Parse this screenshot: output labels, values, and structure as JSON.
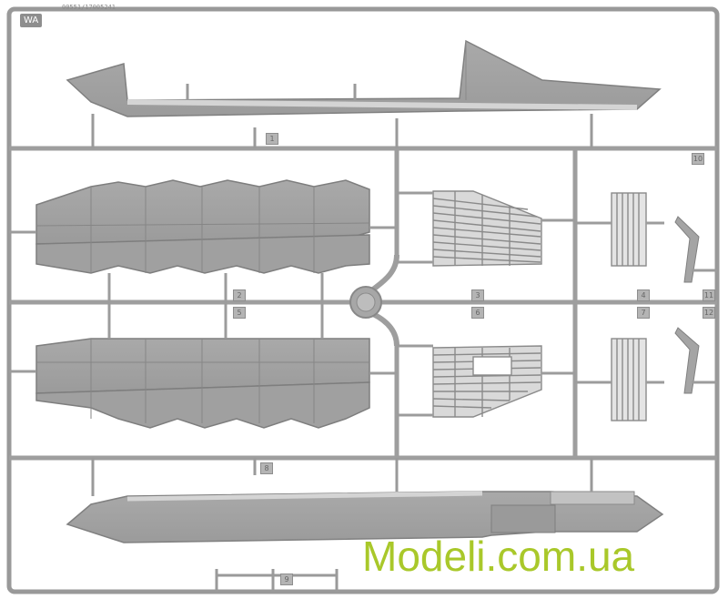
{
  "sprue": {
    "brand_mark": "WA",
    "code_text": "00551/17005241",
    "part_numbers": [
      "1",
      "2",
      "3",
      "4",
      "5",
      "6",
      "7",
      "8",
      "9",
      "10",
      "11",
      "12"
    ]
  },
  "watermark": {
    "text": "Modeli.com.ua",
    "color": "#a9c82a"
  },
  "colors": {
    "plastic": "#a3a3a3",
    "plastic_dark": "#888888",
    "plastic_light": "#c6c6c6",
    "background": "#ffffff"
  }
}
